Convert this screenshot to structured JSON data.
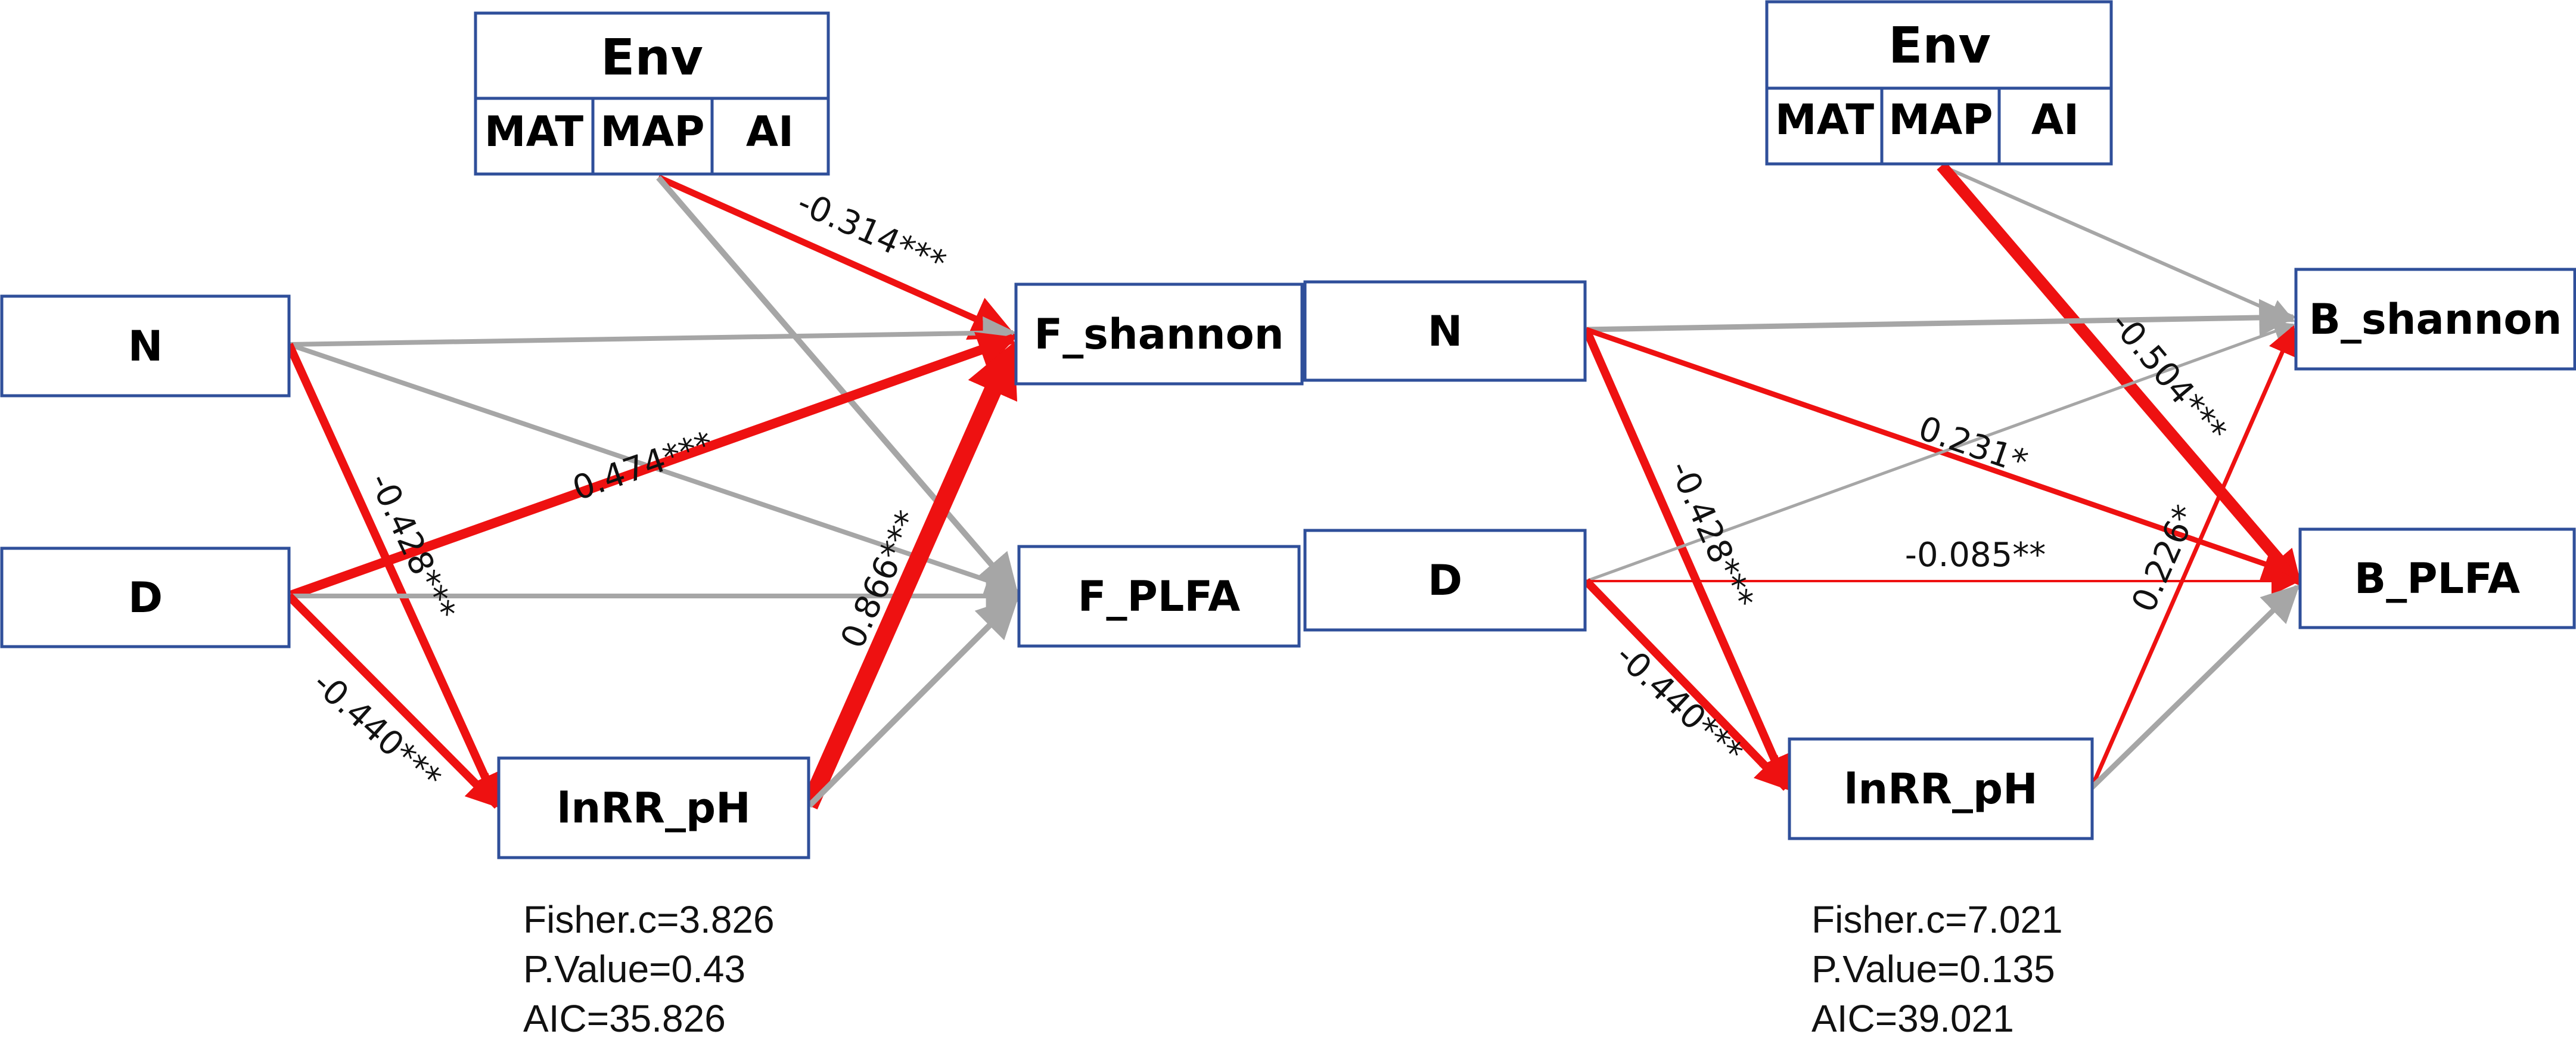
{
  "models": [
    {
      "id": "fungi",
      "env": {
        "title": "Env",
        "vars": [
          "MAT",
          "MAP",
          "AI"
        ]
      },
      "nodes": {
        "N": "N",
        "D": "D",
        "pH": "lnRR_pH",
        "top": "F_shannon",
        "bottom": "F_PLFA"
      },
      "paths": [
        {
          "from": "env",
          "to": "top",
          "color": "red",
          "width": "thin",
          "coefficient": "-0.314***"
        },
        {
          "from": "env",
          "to": "bottom",
          "color": "gray",
          "width": "normal",
          "coefficient": ""
        },
        {
          "from": "N",
          "to": "top",
          "color": "gray",
          "width": "normal",
          "coefficient": ""
        },
        {
          "from": "N",
          "to": "bottom",
          "color": "gray",
          "width": "normal",
          "coefficient": ""
        },
        {
          "from": "N",
          "to": "pH",
          "color": "red",
          "width": "medium",
          "coefficient": "-0.428***"
        },
        {
          "from": "D",
          "to": "top",
          "color": "red",
          "width": "medium",
          "coefficient": "0.474***"
        },
        {
          "from": "D",
          "to": "bottom",
          "color": "gray",
          "width": "normal",
          "coefficient": ""
        },
        {
          "from": "D",
          "to": "pH",
          "color": "red",
          "width": "medium",
          "coefficient": "-0.440***"
        },
        {
          "from": "pH",
          "to": "top",
          "color": "red",
          "width": "thick",
          "coefficient": "0.866***"
        },
        {
          "from": "pH",
          "to": "bottom",
          "color": "gray",
          "width": "normal",
          "coefficient": ""
        }
      ],
      "fit": [
        "Fisher.c=3.826",
        "P.Value=0.43",
        "AIC=35.826"
      ]
    },
    {
      "id": "bacteria",
      "env": {
        "title": "Env",
        "vars": [
          "MAT",
          "MAP",
          "AI"
        ]
      },
      "nodes": {
        "N": "N",
        "D": "D",
        "pH": "lnRR_pH",
        "top": "B_shannon",
        "bottom": "B_PLFA"
      },
      "paths": [
        {
          "from": "env",
          "to": "top",
          "color": "gray",
          "width": "thin",
          "coefficient": ""
        },
        {
          "from": "env",
          "to": "bottom",
          "color": "red",
          "width": "thick",
          "coefficient": "-0.504***"
        },
        {
          "from": "N",
          "to": "top",
          "color": "gray",
          "width": "normal",
          "coefficient": ""
        },
        {
          "from": "N",
          "to": "bottom",
          "color": "red",
          "width": "thin",
          "coefficient": "0.231*"
        },
        {
          "from": "N",
          "to": "pH",
          "color": "red",
          "width": "medium",
          "coefficient": "-0.428***"
        },
        {
          "from": "D",
          "to": "top",
          "color": "gray",
          "width": "thin",
          "coefficient": ""
        },
        {
          "from": "D",
          "to": "bottom",
          "color": "red",
          "width": "hair",
          "coefficient": "-0.085**"
        },
        {
          "from": "D",
          "to": "pH",
          "color": "red",
          "width": "medium",
          "coefficient": "-0.440***"
        },
        {
          "from": "pH",
          "to": "top",
          "color": "red",
          "width": "thin",
          "coefficient": "0.226*"
        },
        {
          "from": "pH",
          "to": "bottom",
          "color": "gray",
          "width": "normal",
          "coefficient": ""
        }
      ],
      "fit": [
        "Fisher.c=7.021",
        "P.Value=0.135",
        "AIC=39.021"
      ]
    }
  ],
  "colors": {
    "positive_or_significant": "#ee1111",
    "nonsignificant": "#a6a6a6",
    "box_border": "#2f4f9a"
  }
}
